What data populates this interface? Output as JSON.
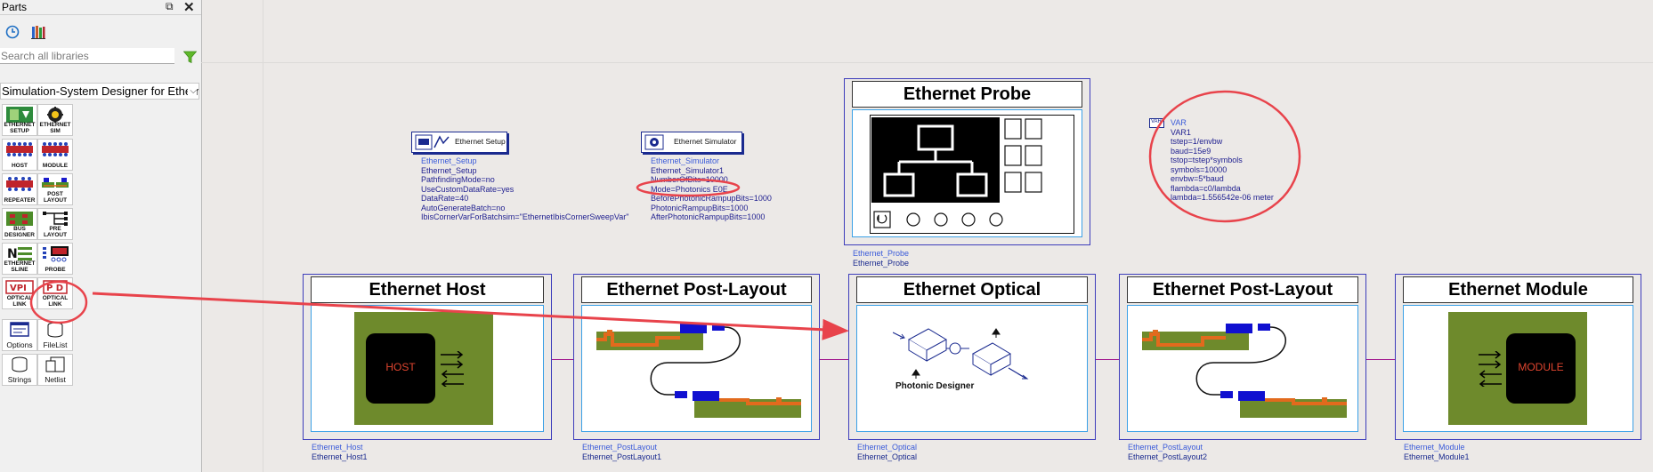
{
  "panel": {
    "title": "Parts",
    "restore_glyph": "⧉",
    "close_glyph": "✕",
    "search_placeholder": "Search all libraries",
    "library": "Simulation-System Designer for Ethernet",
    "parts": [
      {
        "id": "ethernet-setup",
        "label": "ETHERNET\nSETUP"
      },
      {
        "id": "ethernet-sim",
        "label": "ETHERNET\nSIM"
      },
      {
        "id": "host",
        "label": "HOST"
      },
      {
        "id": "module",
        "label": "MODULE"
      },
      {
        "id": "repeater",
        "label": "REPEATER"
      },
      {
        "id": "post-layout",
        "label": "POST\nLAYOUT"
      },
      {
        "id": "bus-designer",
        "label": "BUS\nDESIGNER"
      },
      {
        "id": "pre-layout",
        "label": "PRE\nLAYOUT"
      },
      {
        "id": "ethernet-sline",
        "label": "ETHERNET\nSLINE"
      },
      {
        "id": "probe",
        "label": "PROBE"
      },
      {
        "id": "optical-link-v",
        "label": "OPTICAL\nLINK"
      },
      {
        "id": "optical-link-p",
        "label": "OPTICAL\nLINK"
      },
      {
        "id": "options",
        "label": "Options"
      },
      {
        "id": "filelist",
        "label": "FileList"
      },
      {
        "id": "strings",
        "label": "Strings"
      },
      {
        "id": "netlist",
        "label": "Netlist"
      }
    ]
  },
  "schematic": {
    "setup": {
      "title": "Ethernet Setup",
      "name1": "Ethernet_Setup",
      "name2": "Ethernet_Setup",
      "params": [
        "PathfindingMode=no",
        "UseCustomDataRate=yes",
        "DataRate=40",
        "AutoGenerateBatch=no",
        "IbisCornerVarForBatchsim=\"EthernetIbisCornerSweepVar\""
      ]
    },
    "simulator": {
      "title": "Ethernet Simulator",
      "name1": "Ethernet_Simulator",
      "name2": "Ethernet_Simulator1",
      "params": [
        "NumberOfBits=10000",
        "Mode=Photonics E0E",
        "BeforePhotonicRampupBits=1000",
        "PhotonicRampupBits=1000",
        "AfterPhotonicRampupBits=1000"
      ]
    },
    "var": {
      "badge": "VAR",
      "name1": "VAR",
      "name2": "VAR1",
      "params": [
        "tstep=1/envbw",
        "baud=15e9",
        "tstop=tstep*symbols",
        "symbols=10000",
        "envbw=5*baud",
        "flambda=c0/lambda",
        "lambda=1.556542e-06 meter"
      ]
    },
    "probe": {
      "title": "Ethernet Probe",
      "name1": "Ethernet_Probe",
      "name2": "Ethernet_Probe"
    },
    "blocks": [
      {
        "id": "host",
        "title": "Ethernet Host",
        "name1": "Ethernet_Host",
        "name2": "Ethernet_Host1",
        "chip": "HOST"
      },
      {
        "id": "post1",
        "title": "Ethernet Post-Layout",
        "name1": "Ethernet_PostLayout",
        "name2": "Ethernet_PostLayout1"
      },
      {
        "id": "optical",
        "title": "Ethernet Optical",
        "name1": "Ethernet_Optical",
        "name2": "Ethernet_Optical",
        "caption": "Photonic Designer"
      },
      {
        "id": "post2",
        "title": "Ethernet Post-Layout",
        "name1": "Ethernet_PostLayout",
        "name2": "Ethernet_PostLayout2"
      },
      {
        "id": "module",
        "title": "Ethernet Module",
        "name1": "Ethernet_Module",
        "name2": "Ethernet_Module1",
        "chip": "MODULE"
      }
    ],
    "annotation_color": "#e8434b"
  }
}
